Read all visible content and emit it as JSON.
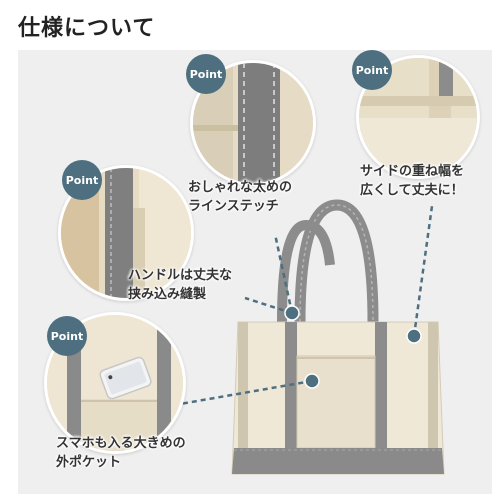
{
  "title": "仕様について",
  "badge_text": "Point",
  "callouts": {
    "stitch": [
      "おしゃれな太めの",
      "ラインステッチ"
    ],
    "side": [
      "サイドの重ね幅を",
      "広くして丈夫に！"
    ],
    "handle": [
      "ハンドルは丈夫な",
      "挟み込み縫製"
    ],
    "pocket": [
      "スマホも入る大きめの",
      "外ポケット"
    ]
  },
  "colors": {
    "canvas": "#efe8d6",
    "trim": "#8a8a8a",
    "accent": "#4d6f80"
  }
}
